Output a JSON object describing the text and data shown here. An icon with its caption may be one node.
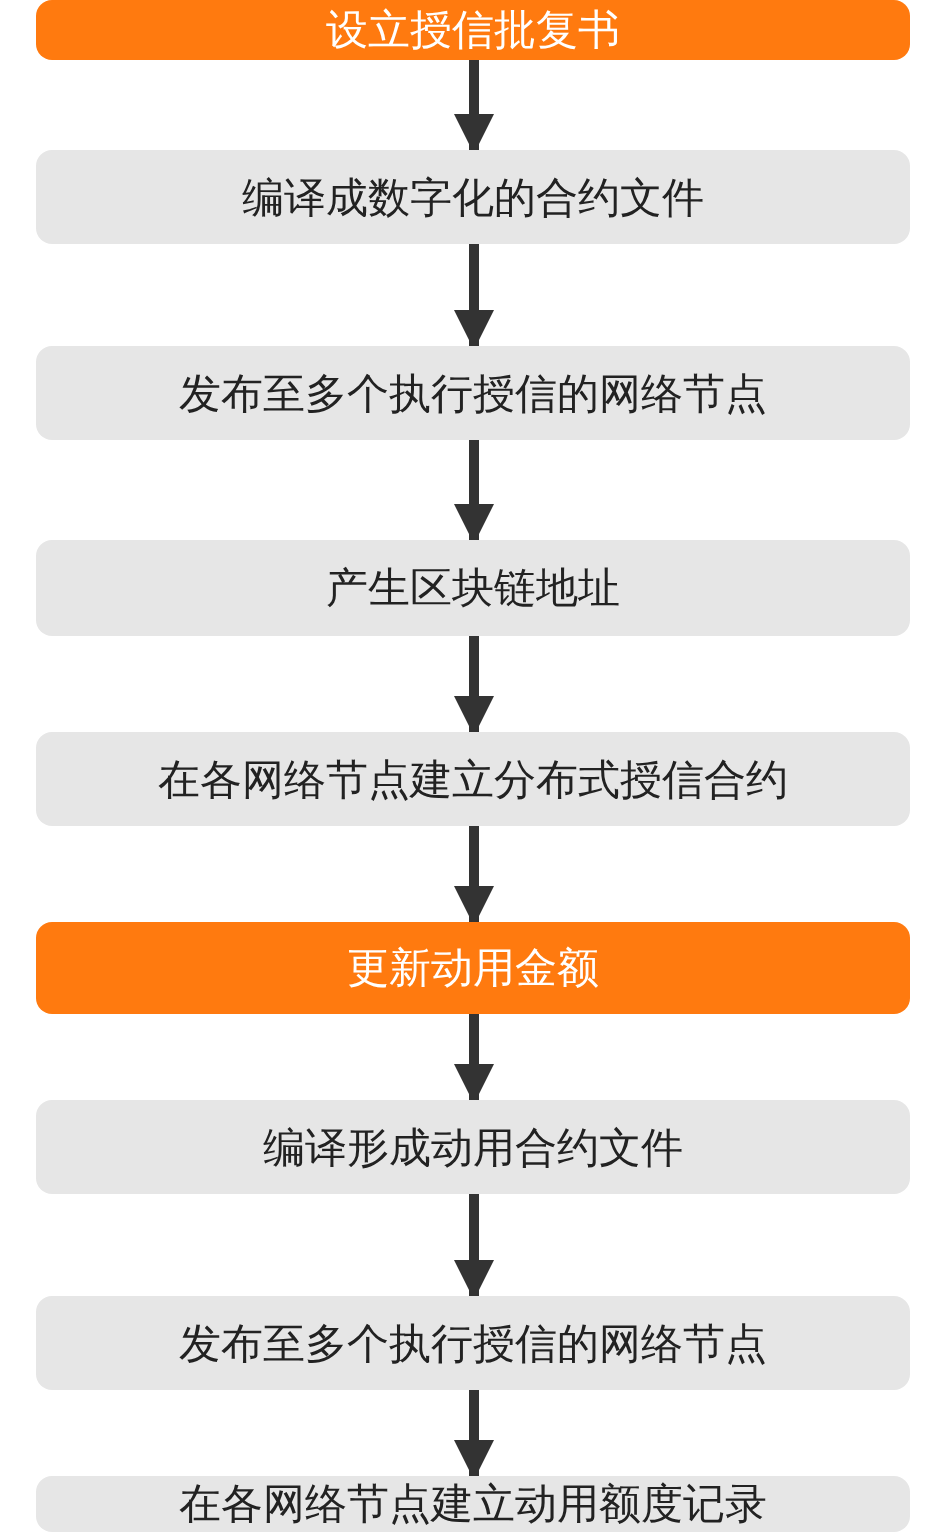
{
  "diagram": {
    "nodes": [
      {
        "text": [
          "设立授信批复书"
        ]
      },
      {
        "text": [
          "编译成数字化的合约文件"
        ]
      },
      {
        "text": [
          "发布至多个执行授信的网络节点"
        ]
      },
      {
        "text": [
          "产生区块链地址"
        ]
      },
      {
        "text": [
          "在各网络节点建立分布式授信合约"
        ]
      },
      {
        "text": [
          "更新动用金额"
        ]
      },
      {
        "text": [
          "编译形成动用合约文件"
        ]
      },
      {
        "text": [
          "发布至多个执行授信的网络节点"
        ]
      },
      {
        "text": [
          "在各网络节点建立动用额度记录"
        ]
      }
    ],
    "edges": [
      {
        "from": 0,
        "to": 1,
        "arrow": "to"
      },
      {
        "from": 1,
        "to": 2,
        "arrow": "to"
      },
      {
        "from": 2,
        "to": 3,
        "arrow": "to"
      },
      {
        "from": 3,
        "to": 4,
        "arrow": "to"
      },
      {
        "from": 4,
        "to": 5,
        "arrow": "to"
      },
      {
        "from": 5,
        "to": 6,
        "arrow": "to"
      },
      {
        "from": 6,
        "to": 7,
        "arrow": "to"
      },
      {
        "from": 7,
        "to": 8,
        "arrow": "to"
      }
    ]
  }
}
